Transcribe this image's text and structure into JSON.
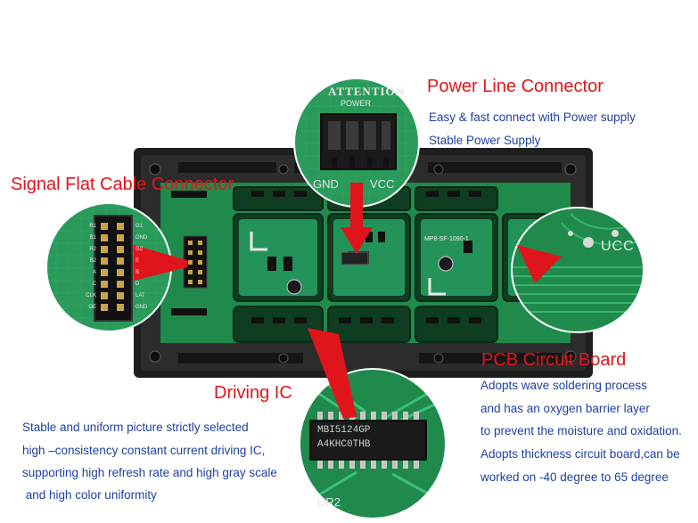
{
  "power": {
    "title": "Power Line Connector",
    "lines": [
      "Easy & fast connect with Power supply",
      "Stable Power Supply"
    ],
    "attention": "ATTENTION",
    "power_label": "POWER",
    "gnd": "GND",
    "vcc": "VCC"
  },
  "signal": {
    "title": "Signal Flat Cable Connector",
    "pins_left": [
      "R1",
      "B1",
      "R2",
      "B2",
      "A",
      "C",
      "CLK",
      "OE"
    ],
    "pins_right": [
      "G1",
      "GND",
      "G2",
      "E",
      "B",
      "D",
      "LAT",
      "GND"
    ]
  },
  "pcb": {
    "title": "PCB Circuit Board",
    "lines": [
      "Adopts wave soldering process",
      "and has an oxygen barrier layer",
      "to prevent the moisture and oxidation.",
      "Adopts thickness circuit board,can be",
      "worked on -40 degree to 65 degree"
    ],
    "mark": "UCC"
  },
  "driving": {
    "title": "Driving IC",
    "lines": [
      "Stable and uniform picture strictly selected",
      "high –consistency constant current driving IC,",
      "supporting high refresh rate and high gray scale",
      " and high color uniformity"
    ],
    "chip_line1": "MBI5124GP",
    "chip_line2": "A4KHC0THB",
    "ref": "UR2"
  },
  "board": {
    "model": "MP8-SF-1090-1"
  },
  "colors": {
    "red": "#e0151b",
    "blue": "#1f3fa3",
    "pcb_green": "#1f8a4c",
    "frame": "#2a2a2a"
  }
}
